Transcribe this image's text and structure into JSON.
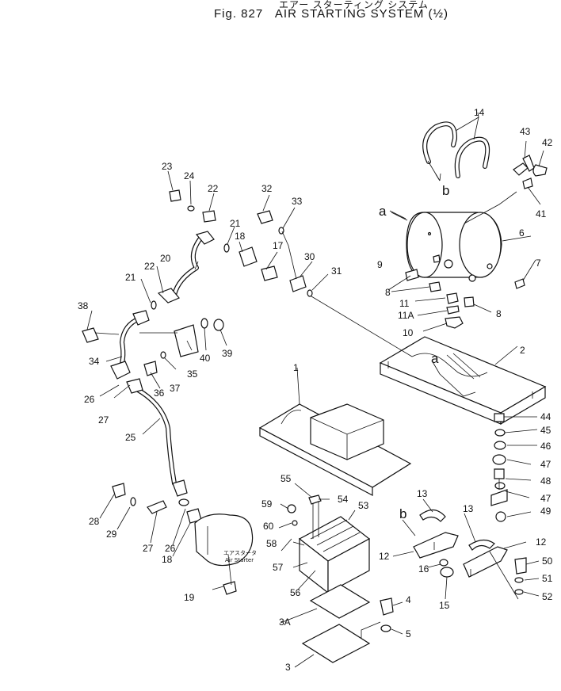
{
  "title": {
    "japanese": "エアー スターティング システム",
    "figure": "Fig. 827",
    "name": "AIR STARTING SYSTEM (½)"
  },
  "labels": {
    "p1": "1",
    "p2": "2",
    "p3": "3",
    "p3a": "3A",
    "p4": "4",
    "p5": "5",
    "p6": "6",
    "p7": "7",
    "p8a": "8",
    "p8b": "8",
    "p9": "9",
    "p10": "10",
    "p11": "11",
    "p11a": "11A",
    "p12a": "12",
    "p12b": "12",
    "p13a": "13",
    "p13b": "13",
    "p14": "14",
    "p15": "15",
    "p16": "16",
    "p17": "17",
    "p18a": "18",
    "p18b": "18",
    "p19": "19",
    "p20": "20",
    "p21a": "21",
    "p21b": "21",
    "p22a": "22",
    "p22b": "22",
    "p23": "23",
    "p24": "24",
    "p25": "25",
    "p26a": "26",
    "p26b": "26",
    "p27a": "27",
    "p27b": "27",
    "p28": "28",
    "p29": "29",
    "p30": "30",
    "p31": "31",
    "p32": "32",
    "p33": "33",
    "p34": "34",
    "p35": "35",
    "p36": "36",
    "p37": "37",
    "p38": "38",
    "p39": "39",
    "p40": "40",
    "p41": "41",
    "p42": "42",
    "p43": "43",
    "p44": "44",
    "p45": "45",
    "p46": "46",
    "p47a": "47",
    "p47b": "47",
    "p48": "48",
    "p49": "49",
    "p50": "50",
    "p51": "51",
    "p52": "52",
    "p53": "53",
    "p54": "54",
    "p55": "55",
    "p56": "56",
    "p57": "57",
    "p58": "58",
    "p59": "59",
    "p60": "60",
    "ref_a1": "a",
    "ref_a2": "a",
    "ref_b1": "b",
    "ref_b2": "b"
  },
  "starter_label": {
    "japanese": "エアスタータ",
    "english": "Air Starter"
  }
}
